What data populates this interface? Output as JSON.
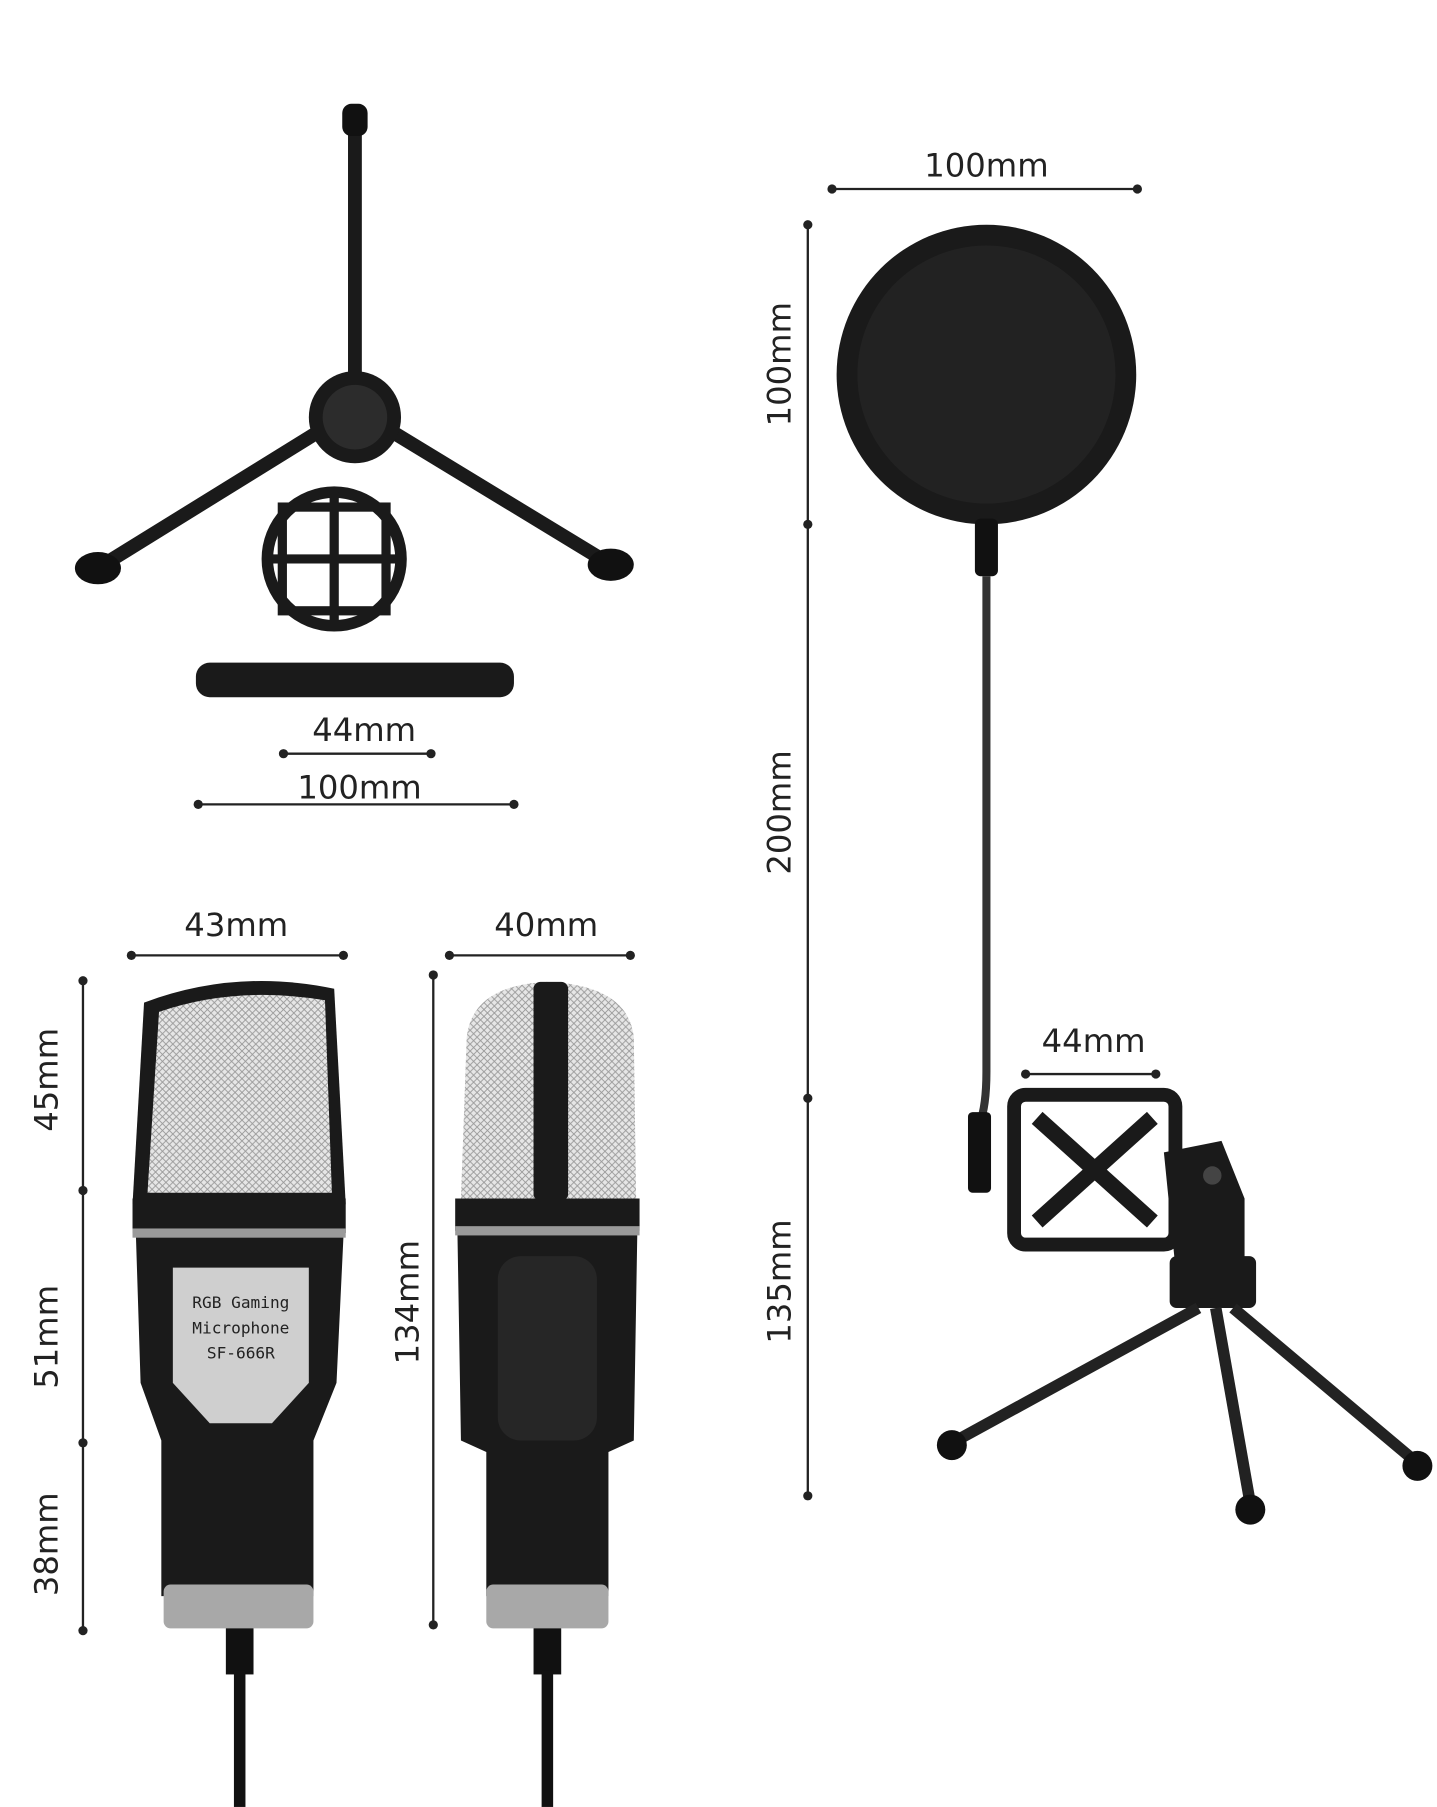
{
  "colors": {
    "product": "#1a1a1a",
    "grille": "#d8d8d8",
    "trim": "#9a9a9a",
    "dimension_line": "#222222"
  },
  "tripod_stand": {
    "base_width": "44mm",
    "leg_span": "100mm"
  },
  "pop_filter": {
    "diameter_top": "100mm",
    "diameter_side": "100mm",
    "gooseneck": "200mm",
    "mount_width": "44mm",
    "stand_height": "135mm"
  },
  "mic_front": {
    "width": "43mm",
    "grille_height": "45mm",
    "body_height": "51mm",
    "bottom_height": "38mm",
    "label_lines": [
      "RGB Gaming",
      "Microphone",
      "SF-666R"
    ]
  },
  "mic_side": {
    "width": "40mm",
    "total_height": "134mm"
  }
}
